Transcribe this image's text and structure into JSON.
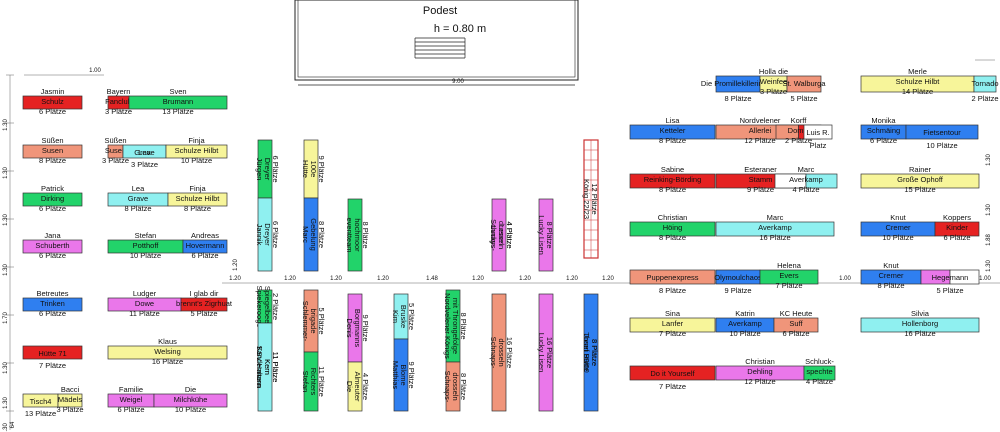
{
  "stage": {
    "title": "Podest",
    "height_label": "h = 0.80 m",
    "width_label": "9.00"
  },
  "dimensions": [
    "1.00",
    "1.30",
    "1.30",
    "1.30",
    "1.30",
    "1.70",
    "1.30",
    "1.30",
    "1.30",
    "1.20",
    "1.20",
    "1.20",
    "1.20",
    "1.48",
    "1.20",
    "1.20",
    "1.20",
    "1.20",
    "1.20",
    "1.00",
    "1.00",
    "1.00",
    "1.30",
    "1.30",
    "1.88",
    "1.30",
    "64"
  ],
  "colors": {
    "red": "#e52222",
    "salmon": "#f0957a",
    "green": "#22d36a",
    "yellow": "#f7f59a",
    "blue": "#2f7ff0",
    "cyan": "#8ff0f0",
    "magenta": "#ea77ea",
    "white": "#ffffff"
  },
  "tables": [
    {
      "labels": [
        "Jasmin",
        "Schulz",
        "6 Plätze"
      ]
    },
    {
      "labels": [
        "Bayern",
        "Fanclub",
        "3 Plätze"
      ]
    },
    {
      "labels": [
        "Sven",
        "Brumann",
        "13 Plätze"
      ]
    },
    {
      "labels": [
        "Süßen",
        "Susen",
        "8 Plätze"
      ]
    },
    {
      "labels": [
        "Süßen",
        "Susen",
        "3 Plätze"
      ]
    },
    {
      "labels": [
        "Lea"
      ]
    },
    {
      "labels": [
        "Grave",
        "3 Plätze"
      ]
    },
    {
      "labels": [
        "Finja",
        "Schulze Hilbt",
        "10 Plätze"
      ]
    },
    {
      "labels": [
        "Patrick",
        "Dirking",
        "6 Plätze"
      ]
    },
    {
      "labels": [
        "Lea",
        "Grave",
        "8 Plätze"
      ]
    },
    {
      "labels": [
        "Finja",
        "Schulze Hilbt",
        "8 Plätze"
      ]
    },
    {
      "labels": [
        "Jana",
        "Schuberth",
        "6 Plätze"
      ]
    },
    {
      "labels": [
        "Stefan",
        "Potthoff",
        "10 Plätze"
      ]
    },
    {
      "labels": [
        "Andreas",
        "Hovermann",
        "6 Plätze"
      ]
    },
    {
      "labels": [
        "Betreutes",
        "Trinken",
        "6 Plätze"
      ]
    },
    {
      "labels": [
        "Ludger",
        "Dowe",
        "11 Plätze"
      ]
    },
    {
      "labels": [
        "I glab dir",
        "brennt's Zigrhuat",
        "5 Plätze"
      ]
    },
    {
      "labels": [
        "Hütte 71",
        "7 Plätze"
      ]
    },
    {
      "labels": [
        "Klaus",
        "Welsing",
        "16 Plätze"
      ]
    },
    {
      "labels": [
        "Tisch4",
        "13 Plätze"
      ]
    },
    {
      "labels": [
        "Bacci",
        "Mädels",
        "3 Plätze"
      ]
    },
    {
      "labels": [
        "Familie",
        "Weigel",
        "6 Plätze"
      ]
    },
    {
      "labels": [
        "Die",
        "Milchkühe",
        "10 Plätze"
      ]
    },
    {
      "labels": [
        "Jürgen",
        "Dreyer",
        "6 Plätze"
      ]
    },
    {
      "labels": [
        "Jannik",
        "Dreyer",
        "6 Plätze"
      ]
    },
    {
      "labels": [
        "Hütte",
        "100e",
        "9 Plätze"
      ]
    },
    {
      "labels": [
        "Marc",
        "Gebelung",
        "8 Plätze"
      ]
    },
    {
      "labels": [
        "eventteam",
        "hochmoor",
        "8 Plätze"
      ]
    },
    {
      "labels": [
        "Spiekerooge",
        "Spiegelbeek",
        "2 Plätze"
      ]
    },
    {
      "labels": [
        "Sandermann",
        "Kern",
        "11 Plätze"
      ]
    },
    {
      "labels": [
        "KSV Haltern",
        "Kern",
        "11 Plätze"
      ]
    },
    {
      "labels": [
        "Schlemmer-",
        "brigade",
        "5 Plätze"
      ]
    },
    {
      "labels": [
        "Stefan",
        "Richters",
        "11 Plätze"
      ]
    },
    {
      "labels": [
        "Denis",
        "Borgmanns",
        "9 Plätze"
      ]
    },
    {
      "labels": [
        "Die",
        "Almeuter",
        "4 Plätze"
      ]
    },
    {
      "labels": [
        "Kim",
        "Bruske",
        "5 Plätze"
      ]
    },
    {
      "labels": [
        "Matthias",
        "Blome",
        "9 Plätze"
      ]
    },
    {
      "labels": [
        "Nordvelener Königs",
        "mit Thronge­folge",
        "8 Plätze"
      ]
    },
    {
      "labels": [
        "Schnaps-",
        "drosseln",
        "8 Plätze"
      ]
    },
    {
      "labels": [
        "Schnaps-",
        "drosseln",
        "16 Plätze"
      ]
    },
    {
      "labels": [
        "Schnaps-",
        "drosseln",
        "4 Plätze"
      ]
    },
    {
      "labels": [
        "Lucky",
        "Lesen",
        "4 Plätze"
      ]
    },
    {
      "labels": [
        "Lucky Lisen",
        "8 Plätze"
      ]
    },
    {
      "labels": [
        "Lucky Lisen",
        "16 Plätze"
      ]
    },
    {
      "labels": [
        "König 22/23",
        "12 Plätze"
      ]
    },
    {
      "labels": [
        "Thron 99/00",
        "8 Plätze"
      ]
    },
    {
      "labels": [
        "Josef Hütte",
        "8 Plätze"
      ]
    },
    {
      "labels": [
        "Die Promillekillerinnen",
        "8 Plätze"
      ]
    },
    {
      "labels": [
        "Holla die",
        "Weinfee",
        "3 Plätze"
      ]
    },
    {
      "labels": [
        "St. Walburga",
        "5 Plätze"
      ]
    },
    {
      "labels": [
        "Merle",
        "Schulze Hilbt",
        "14 Plätze"
      ]
    },
    {
      "labels": [
        "Tornado",
        "2 Plätze"
      ]
    },
    {
      "labels": [
        "Lisa",
        "Ketteler",
        "8 Plätze"
      ]
    },
    {
      "labels": [
        "Nordvelener",
        "Allerlei",
        "12 Plätze"
      ]
    },
    {
      "labels": [
        "Korff",
        "Domin",
        "2 Plätze"
      ]
    },
    {
      "labels": [
        "Luis R.",
        "Platz"
      ]
    },
    {
      "labels": [
        "Monika",
        "Schmäing",
        "6 Plätze"
      ]
    },
    {
      "labels": [
        "Fietsentour",
        "10 Plätze"
      ]
    },
    {
      "labels": [
        "Sabine",
        "Reinking-Börding",
        "8 Plätze"
      ]
    },
    {
      "labels": [
        "Esteraner",
        "Stamm",
        "9 Plätze"
      ]
    },
    {
      "labels": [
        "Marc",
        "Averkamp",
        "4 Plätze"
      ]
    },
    {
      "labels": [
        "Rainer",
        "Große Ophoff",
        "15 Plätze"
      ]
    },
    {
      "labels": [
        "Christian",
        "Höing",
        "8 Plätze"
      ]
    },
    {
      "labels": [
        "Marc",
        "Averkamp",
        "16 Plätze"
      ]
    },
    {
      "labels": [
        "Knut",
        "Cremer",
        "10 Plätze"
      ]
    },
    {
      "labels": [
        "Koppers",
        "Kinder",
        "6 Plätze"
      ]
    },
    {
      "labels": [
        "Puppenexpress",
        "8 Plätze"
      ]
    },
    {
      "labels": [
        "Olymoulchaos",
        "9 Plätze"
      ]
    },
    {
      "labels": [
        "Helena",
        "Evers",
        "7 Plätze"
      ]
    },
    {
      "labels": [
        "Knut",
        "Cremer",
        "8 Plätze"
      ]
    },
    {
      "labels": [
        "Hegemann",
        "5 Plätze"
      ]
    },
    {
      "labels": [
        "Sina",
        "Lanfer",
        "7 Plätze"
      ]
    },
    {
      "labels": [
        "Katrin",
        "Averkamp",
        "10 Plätze"
      ]
    },
    {
      "labels": [
        "KC Heute",
        "Suff",
        "6 Plätze"
      ]
    },
    {
      "labels": [
        "Silvia",
        "Hollenborg",
        "16 Plätze"
      ]
    },
    {
      "labels": [
        "Do it Yourself",
        "7 Plätze"
      ]
    },
    {
      "labels": [
        "Christian",
        "Dehling",
        "12 Plätze"
      ]
    },
    {
      "labels": [
        "Schluck-",
        "spechte",
        "4 Plätze"
      ]
    }
  ]
}
